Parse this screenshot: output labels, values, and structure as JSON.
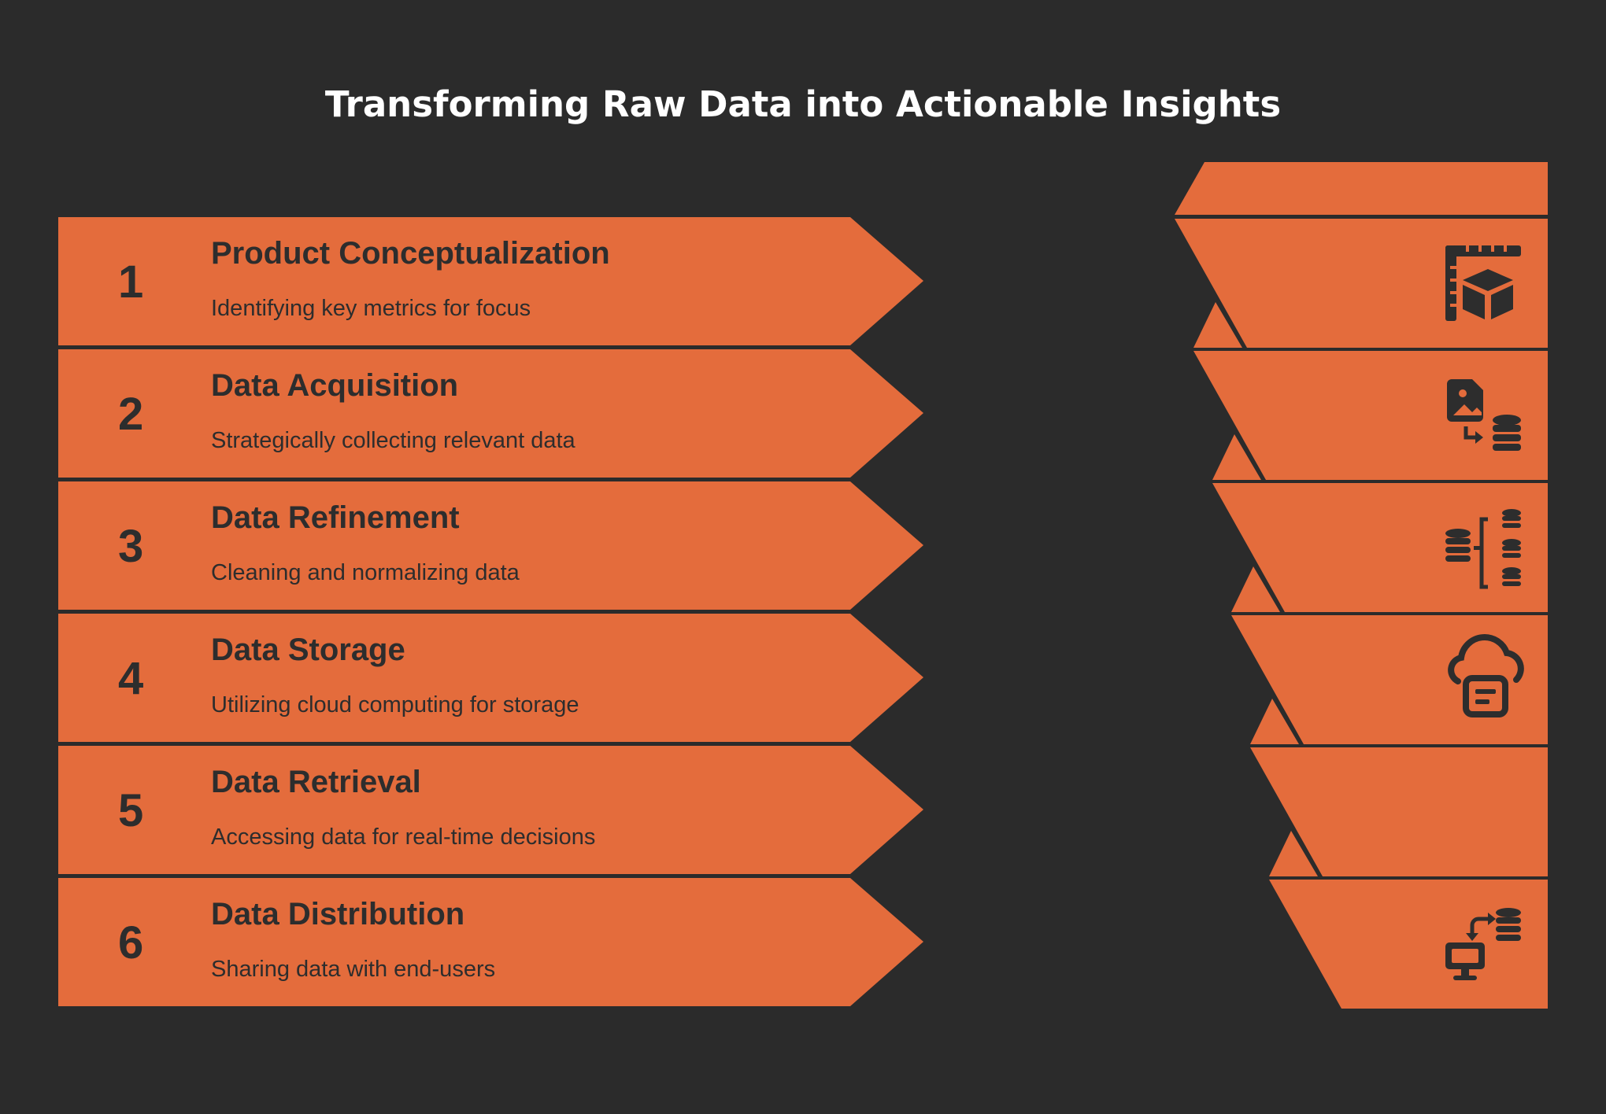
{
  "title": "Transforming Raw Data into Actionable Insights",
  "colors": {
    "background": "#2b2b2b",
    "accent": "#e46c3c",
    "text_dark": "#2d2d2d",
    "title_text": "#ffffff"
  },
  "steps": [
    {
      "number": "1",
      "title": "Product Conceptualization",
      "description": "Identifying key metrics for focus",
      "icon": "ruler-box-icon"
    },
    {
      "number": "2",
      "title": "Data Acquisition",
      "description": "Strategically collecting relevant data",
      "icon": "image-to-database-icon"
    },
    {
      "number": "3",
      "title": "Data Refinement",
      "description": "Cleaning and normalizing data",
      "icon": "database-split-icon"
    },
    {
      "number": "4",
      "title": "Data Storage",
      "description": "Utilizing cloud computing for storage",
      "icon": "cloud-document-icon"
    },
    {
      "number": "5",
      "title": "Data Retrieval",
      "description": "Accessing data for real-time decisions",
      "icon": ""
    },
    {
      "number": "6",
      "title": "Data Distribution",
      "description": "Sharing data with end-users",
      "icon": "computer-database-transfer-icon"
    }
  ]
}
